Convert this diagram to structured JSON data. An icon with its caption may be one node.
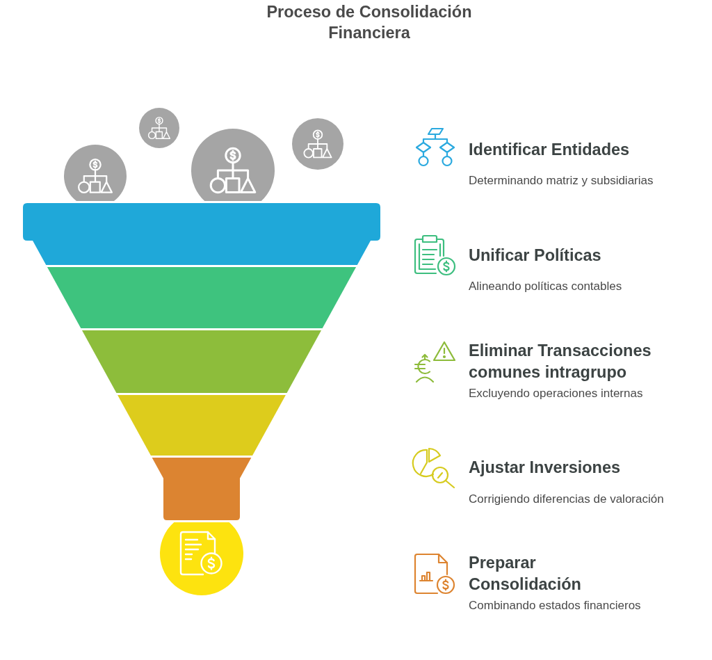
{
  "diagram": {
    "title": "Proceso de Consolidación Financiera",
    "labels": [
      "Identificar Entidades",
      "Determinando matriz y subsidiarias",
      "Unificar Políticas",
      "Alineando políticas contables",
      "Eliminar Transacciones comunes intragrupo",
      "Excluyendo operaciones internas",
      "Ajustar Inversiones",
      "Corrigiendo diferencias de valoración",
      "Preparar Consolidación",
      "Combinando estados financieros"
    ]
  }
}
